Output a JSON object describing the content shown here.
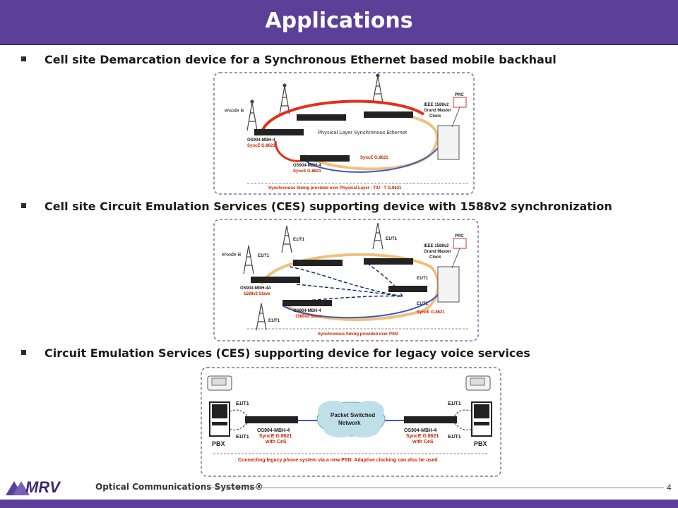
{
  "slide": {
    "title": "Applications",
    "page_number": "4"
  },
  "bullets": [
    "Cell site Demarcation device for a Synchronous Ethernet based mobile backhaul",
    "Cell site Circuit Emulation Services (CES) supporting device with 1588v2 synchronization",
    "Circuit Emulation Services (CES) supporting device for legacy voice services"
  ],
  "diagram1": {
    "enodeb": "eNode B",
    "device_a": "OS904-MBH-4",
    "device_a_sub": "SyncE G.8621",
    "device_b": "OS904-MBH-4",
    "device_b_sub": "SyncE G.8621",
    "center_label": "Physical Layer Synchronous Ethernet",
    "link_label": "SyncE G.8621",
    "gm_label1": "IEEE 1588v2",
    "gm_label2": "Grand Master",
    "gm_label3": "Clock",
    "prc": "PRC",
    "bottom_text": "Synchronous timing provided over Physical Layer - TIU - T G.8621"
  },
  "diagram2": {
    "enodeb": "eNode B",
    "e1_1": "E1/T1",
    "e1_2": "E1/T1",
    "e1_3": "E1/T1",
    "e1_4": "E1/T1",
    "e1_5": "E1/T1",
    "e1_6": "E1/T1",
    "device_a": "OS904-MBH-4A",
    "device_a_sub": "1588v2 Slave",
    "device_b": "OS904-MBH-4",
    "device_b_sub": "1588v2 Slave",
    "gm_label1": "IEEE 1588v2",
    "gm_label2": "Grand Master",
    "gm_label3": "Clock",
    "prc": "PRC",
    "synce": "SyncE G.8621",
    "bottom_text": "Synchronous timing provided over PSN"
  },
  "diagram3": {
    "e1_tl": "E1/T1",
    "e1_bl": "E1/T1",
    "e1_tr": "E1/T1",
    "e1_br": "E1/T1",
    "pbx_left": "PBX",
    "pbx_right": "PBX",
    "cloud1": "Packet Switched",
    "cloud2": "Network",
    "dev_l": "OS904-MBH-4",
    "dev_l_sub1": "SyncE G.8621",
    "dev_l_sub2": "with CeS",
    "dev_r": "OS904-MBH-4",
    "dev_r_sub1": "SyncE G.8621",
    "dev_r_sub2": "with CeS",
    "bottom_text": "Connecting legacy phone system via a new PSN. Adaptive clocking can also be used"
  },
  "footer": {
    "logo_text": "MRV",
    "tagline": "Optical Communications Systems®"
  },
  "colors": {
    "purple": "#5b3f99",
    "red_link": "#e03020",
    "blue_link": "#3a5bc0",
    "orange_link": "#f0c080",
    "dash_border": "#8a6ab0",
    "label_red": "#cc2200"
  }
}
